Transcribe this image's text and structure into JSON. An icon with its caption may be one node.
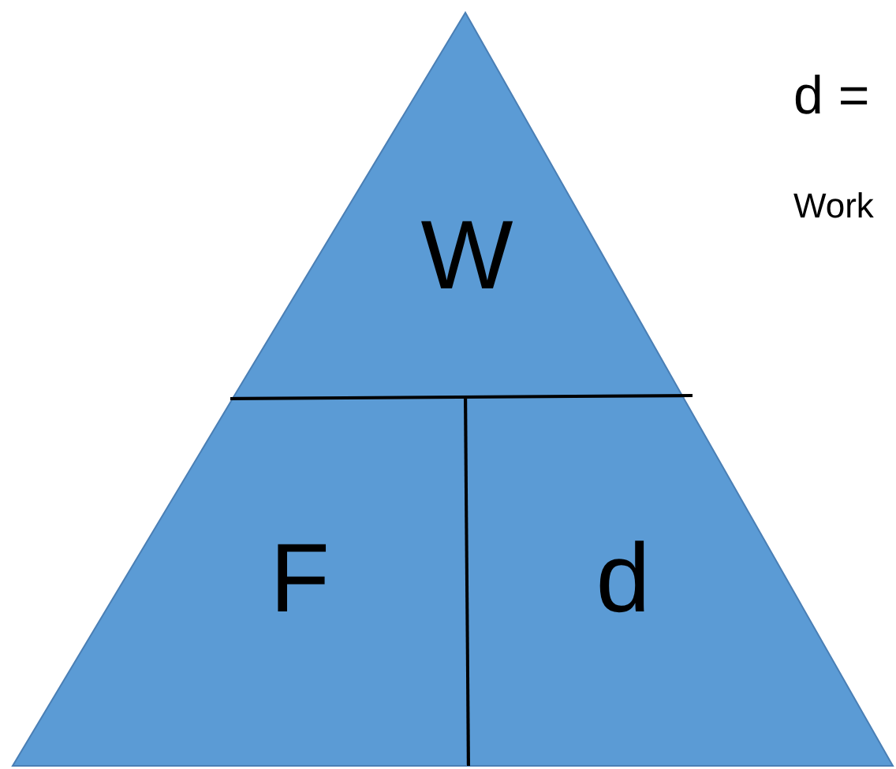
{
  "diagram": {
    "nodes": [
      {
        "text": [
          "W"
        ]
      },
      {
        "text": [
          "F"
        ]
      },
      {
        "text": [
          "d"
        ]
      }
    ],
    "labels": [
      "d =",
      "Work"
    ]
  }
}
